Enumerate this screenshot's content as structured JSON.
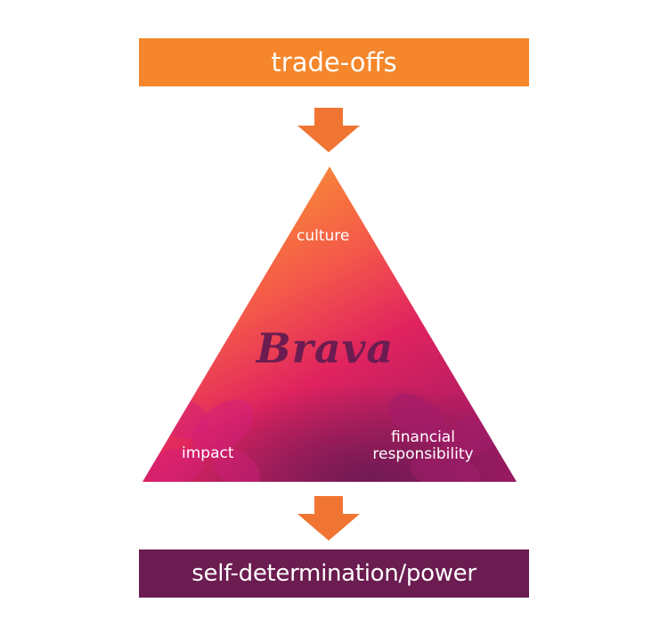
{
  "diagram": {
    "top_banner": {
      "label": "trade-offs",
      "color": "#f5862b"
    },
    "bottom_banner": {
      "label": "self-determination/power",
      "color": "#6b1c50"
    },
    "arrow_color": "#f07532",
    "pyramid": {
      "brand": "Brava",
      "corners": {
        "top": "culture",
        "bottom_left": "impact",
        "bottom_right_line1": "financial",
        "bottom_right_line2": "responsibility"
      },
      "gradient_colors": [
        "#f99433",
        "#ee2f5a",
        "#d1206e",
        "#7a1b5a"
      ]
    }
  }
}
